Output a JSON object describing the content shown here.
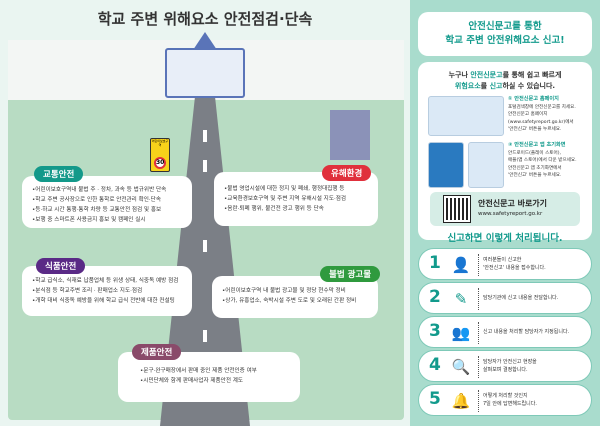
{
  "title": "학교 주변 위해요소 안전점검·단속",
  "sections": {
    "traffic": {
      "label": "교통안전",
      "color": "#13998a",
      "items": [
        "•어린이보호구역내 불법 주 · 정차, 과속 등 법규위반 단속",
        "•학교 주변 공사장으로 인한 통학로 안전관리 확인·단속",
        "•등·하교 시간 통행·통학 차량 등 교통안전 점검 및 홍보",
        "•보행 중 스마트폰 사용금지 홍보 및 캠페인 실시"
      ]
    },
    "harmful": {
      "label": "유해환경",
      "color": "#e0303c",
      "items": [
        "•불법 영업시설에 대한 정지 및 폐쇄, 행정대집행 등",
        "•교육환경보호구역 및 주변 지역 유해시설 지도·점검",
        "•음란·퇴폐 행위, 불건전 광고 행위 등 단속"
      ]
    },
    "food": {
      "label": "식품안전",
      "color": "#5a2a86",
      "items": [
        "•학교 급식소, 식재료 납품업체 등 위생 상태, 식중독 예방 점검",
        "•분식점 등 학교주변 조리 · 판매업소 지도·점검",
        "•개학 대비 식중독 예방을 위해 학교 급식 전반에 대한 컨설팅"
      ]
    },
    "ads": {
      "label": "불법 광고물",
      "color": "#2f9a3e",
      "items": [
        "•어린이보호구역 내 불법 광고물 및 정당 현수막 정비",
        "•상가, 유흥업소, 숙박시설 주변 도로 및 오래된 간판 정비"
      ]
    },
    "product": {
      "label": "제품안전",
      "color": "#8a4a6a",
      "items": [
        "•문구·완구매장에서 판매 중인 제품 안전인증 여부",
        "•시민단체와 함께 판매사업자 제품안전 계도"
      ]
    }
  },
  "sign": {
    "top": "어린이보호구역",
    "speed": "30"
  },
  "right": {
    "headline1": "안전신문고를 통한",
    "headline2": "학교 주변 안전위해요소 신고!",
    "intro1a": "누구나 ",
    "intro1b": "안전신문고",
    "intro1c": "를 통해 쉽고 빠르게",
    "intro2a": "위험요소",
    "intro2b": "를 ",
    "intro2c": "신고",
    "intro2d": "하실 수 있습니다.",
    "web": {
      "title": "① 안전신문고 홈페이지",
      "lines": [
        "포털검색창에 안전신문고를 치세요.",
        "안전신문고 홈페이지",
        "(www.safetyreport.go.kr)에서",
        "'안전신고' 버튼을 누르세요."
      ]
    },
    "app": {
      "title": "② 안전신문고 앱 초기화면",
      "lines": [
        "안드로이드(플레이 스토어),",
        "애플(앱 스토어)에서 다운 받으세요.",
        "안전신문고 앱 초기화면에서",
        "'안전신고' 버튼을 누르세요."
      ]
    },
    "shortcut": "안전신문고 바로가기",
    "url": "www.safetyreport.go.kr",
    "process_title": "신고하면 이렇게 처리됩니다.",
    "steps": [
      {
        "num": "1",
        "icon": "user-chat-icon",
        "l1": "여러분들이 신고한",
        "l2": "'안전신고' 내용을 접수합니다."
      },
      {
        "num": "2",
        "icon": "edit-icon",
        "l1": "담당기관에 신고 내용을 전달합니다.",
        "l2": ""
      },
      {
        "num": "3",
        "icon": "assign-user-icon",
        "l1": "신고 내용을 처리할 담당자가 지정됩니다.",
        "l2": ""
      },
      {
        "num": "4",
        "icon": "inspect-icon",
        "l1": "담당자가 안전신고 현장을",
        "l2": "살펴보며 결정합니다."
      },
      {
        "num": "5",
        "icon": "bell-icon",
        "l1": "어떻게 처리할 것인지",
        "l2": "7일 안에 답변해드립니다."
      }
    ]
  }
}
